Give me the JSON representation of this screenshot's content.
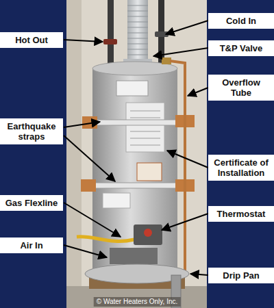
{
  "diagram": {
    "nodes": [
      {
        "text": [
          "Cold In"
        ]
      },
      {
        "text": [
          "Hot Out"
        ]
      },
      {
        "text": [
          "T&P Valve"
        ]
      },
      {
        "text": [
          "Overflow Tube"
        ]
      },
      {
        "text": [
          "Earthquake straps"
        ]
      },
      {
        "text": [
          "Certificate of Installation"
        ]
      },
      {
        "text": [
          "Gas Flexline"
        ]
      },
      {
        "text": [
          "Thermostat"
        ]
      },
      {
        "text": [
          "Air In"
        ]
      },
      {
        "text": [
          "Drip Pan"
        ]
      }
    ],
    "labels": [
      "© Water Heaters Only, Inc."
    ]
  }
}
